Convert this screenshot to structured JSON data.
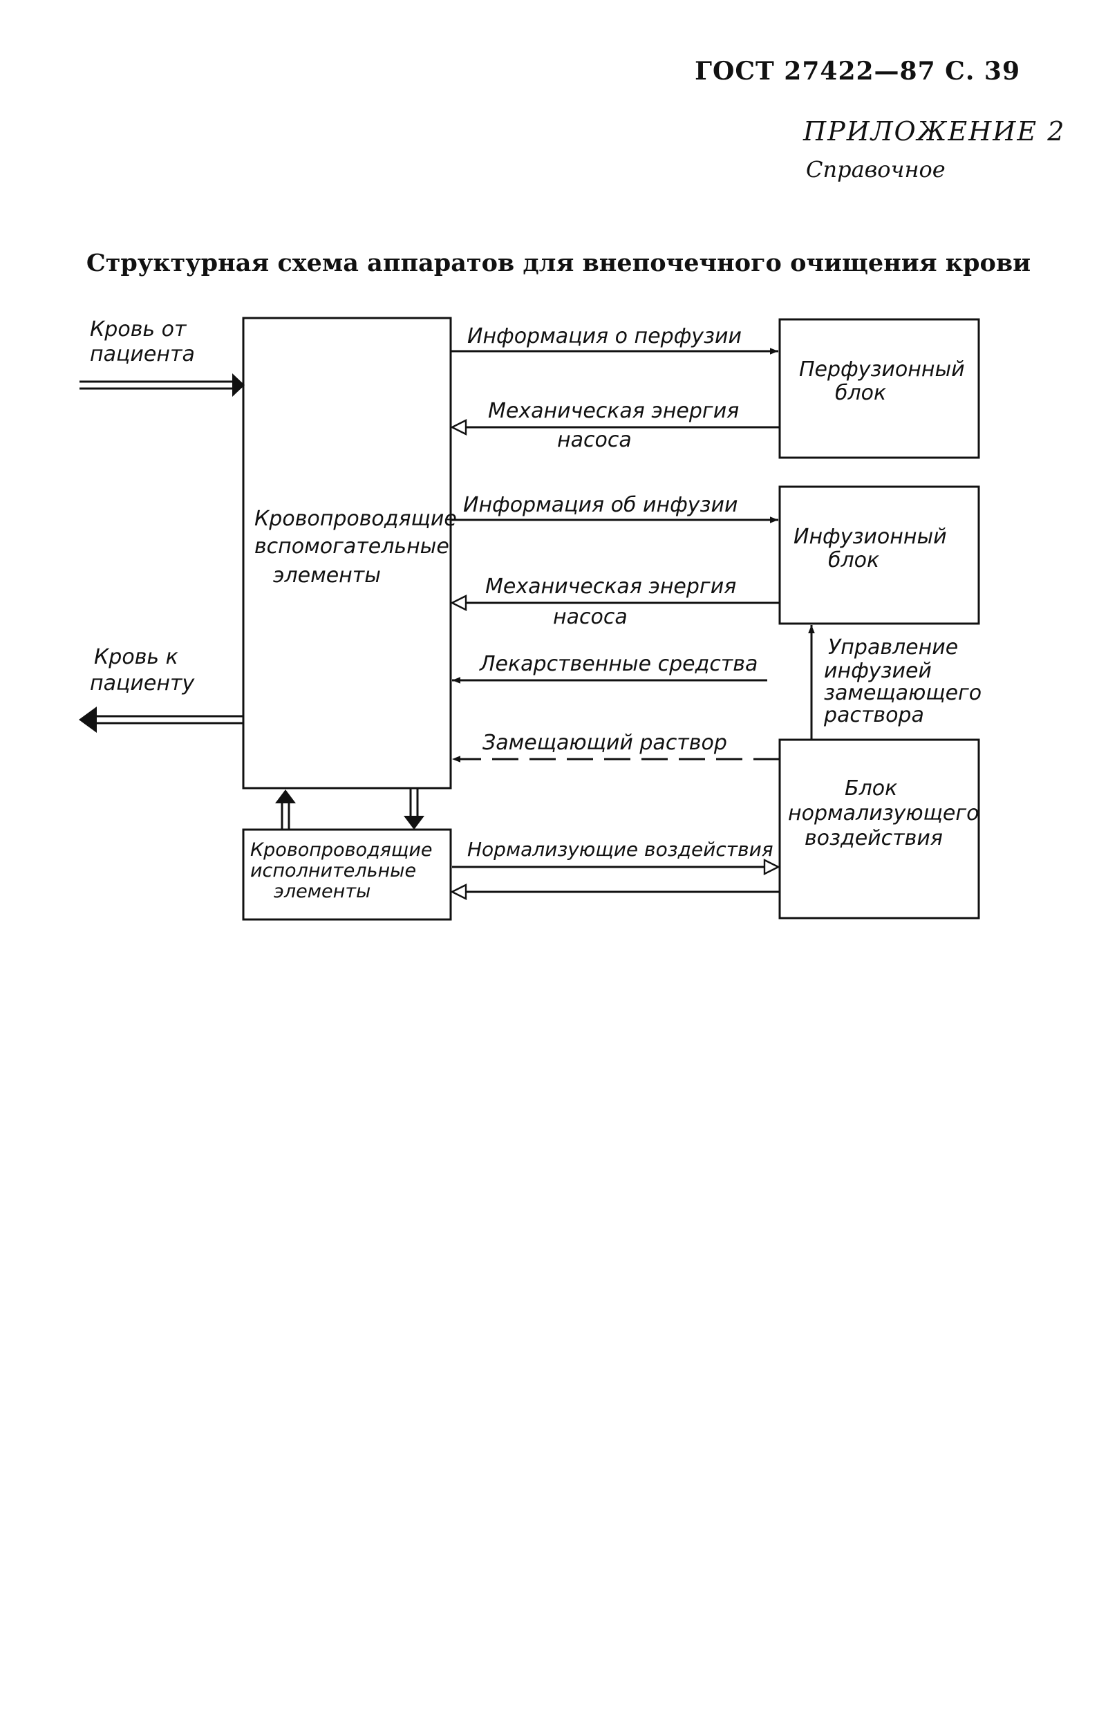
{
  "header": {
    "standard": "ГОСТ 27422—87 С. 39",
    "appendix": "ПРИЛОЖЕНИЕ 2",
    "reference": "Справочное"
  },
  "title": "Структурная схема аппаратов для внепочечного очищения крови",
  "blocks": {
    "aux": [
      "Кровопроводящие",
      "вспомогательные",
      "элементы"
    ],
    "exec": [
      "Кровопроводящие",
      "исполнительные",
      "элементы"
    ],
    "perfusion": [
      "Перфузионный",
      "блок"
    ],
    "infusion": [
      "Инфузионный",
      "блок"
    ],
    "normalizing": [
      "Блок",
      "нормализующего",
      "воздействия"
    ]
  },
  "labels": {
    "blood_from": [
      "Кровь от",
      "пациента"
    ],
    "blood_to": [
      "Кровь к",
      "пациенту"
    ],
    "info_perfusion": "Информация о перфузии",
    "mech_energy_1": [
      "Механическая энергия",
      "насоса"
    ],
    "info_infusion": "Информация об инфузии",
    "mech_energy_2": [
      "Механическая энергия",
      "насоса"
    ],
    "drugs": "Лекарственные средства",
    "replacement": "Замещающий раствор",
    "control_infusion": [
      "Управление",
      "инфузией",
      "замещающего",
      "раствора"
    ],
    "normalizing_effects": "Нормализующие воздействия"
  }
}
